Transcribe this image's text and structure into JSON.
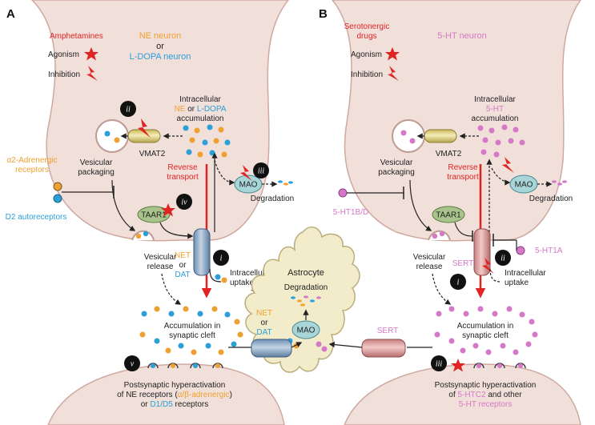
{
  "colors": {
    "neuron_fill": "#f1dfda",
    "neuron_stroke": "#cfa9a1",
    "astro_fill": "#f2eccb",
    "astro_stroke": "#b9ad7a",
    "ne": "#f0a030",
    "ldopa": "#2b9fd8",
    "serotonin": "#d678c8",
    "red": "#e02424",
    "mao": "#a8d5d8",
    "taar1": "#a8c48a",
    "vmat2": "#e8dc90",
    "net": "#8aa8c8",
    "sert": "#e2a1a1"
  },
  "panelA": {
    "label": "A",
    "legend_drug": "Amphetamines",
    "legend_agonism": "Agonism",
    "legend_inhibition": "Inhibition",
    "neuron_title_1": "NE neuron",
    "neuron_title_or": "or",
    "neuron_title_2": "L-DOPA neuron",
    "intracellular_1": "Intracellular",
    "intracellular_2a": "NE",
    "intracellular_2b": " or ",
    "intracellular_2c": "L-DOPA",
    "intracellular_3": "accumulation",
    "vmat2": "VMAT2",
    "vesicular_packaging_1": "Vesicular",
    "vesicular_packaging_2": "packaging",
    "alpha2_1": "α2-Adrenergic",
    "alpha2_2": "receptors",
    "d2": "D2 autoreceptors",
    "reverse_1": "Reverse",
    "reverse_2": "transport",
    "mao": "MAO",
    "degradation": "Degradation",
    "taar1": "TAAR1",
    "net": "NET",
    "or": "or",
    "dat": "DAT",
    "vesicular_release_1": "Vesicular",
    "vesicular_release_2": "release",
    "intracellular_uptake_1": "Intracellular",
    "intracellular_uptake_2": "uptake",
    "accumulation_1": "Accumulation in",
    "accumulation_2": "synaptic cleft",
    "post_1": "Postsynaptic hyperactivation",
    "post_2a": "of NE receptors (",
    "post_2b": "α/β-adrenergic",
    "post_2c": ")",
    "post_3a": "or ",
    "post_3b": "D1/D5",
    "post_3c": " receptors",
    "markers": [
      "i",
      "ii",
      "iii",
      "iv",
      "v"
    ]
  },
  "panelB": {
    "label": "B",
    "legend_drug_1": "Serotonergic",
    "legend_drug_2": "drugs",
    "legend_agonism": "Agonism",
    "legend_inhibition": "Inhibition",
    "neuron_title": "5-HT neuron",
    "intracellular_1": "Intracellular",
    "intracellular_2": "5-HT",
    "intracellular_3": "accumulation",
    "vmat2": "VMAT2",
    "vesicular_packaging_1": "Vesicular",
    "vesicular_packaging_2": "packaging",
    "ht1bd": "5-HT1B/D",
    "reverse_1": "Reverse",
    "reverse_2": "transport",
    "mao": "MAO",
    "degradation": "Degradation",
    "taar1": "TAAR1",
    "sert": "SERT",
    "ht1a": "5-HT1A",
    "vesicular_release_1": "Vesicular",
    "vesicular_release_2": "release",
    "intracellular_uptake_1": "Intracellular",
    "intracellular_uptake_2": "uptake",
    "accumulation_1": "Accumulation in",
    "accumulation_2": "synaptic cleft",
    "post_1": "Postsynaptic hyperactivation",
    "post_2a": "of ",
    "post_2b": "5-HTC2",
    "post_2c": " and other",
    "post_3": "5-HT receptors",
    "markers": [
      "i",
      "ii",
      "iii"
    ]
  },
  "astrocyte": {
    "label": "Astrocyte",
    "degradation": "Degradation",
    "mao": "MAO",
    "net": "NET",
    "or": "or",
    "dat": "DAT",
    "sert": "SERT"
  }
}
